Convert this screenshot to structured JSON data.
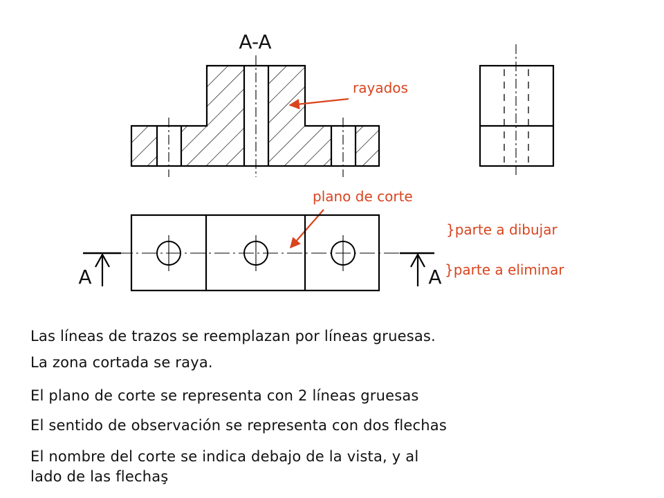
{
  "title": "A-A",
  "annotations": {
    "rayados": "rayados",
    "plano_de_corte": "plano de corte",
    "parte_a_dibujar": "}parte a dibujar",
    "parte_a_eliminar": "}parte a eliminar"
  },
  "section_labels": {
    "left": "A",
    "right": "A"
  },
  "notes": [
    "Las líneas de trazos se reemplazan por líneas gruesas.",
    "La zona cortada se raya.",
    "El plano de corte se representa con 2 líneas gruesas",
    "El sentido de observación se representa con dos flechas",
    "El nombre del corte se indica debajo de la vista, y al",
    "lado de las flechaş"
  ],
  "colors": {
    "annotation": "#d9441e",
    "line": "#000000",
    "text": "#111111"
  }
}
